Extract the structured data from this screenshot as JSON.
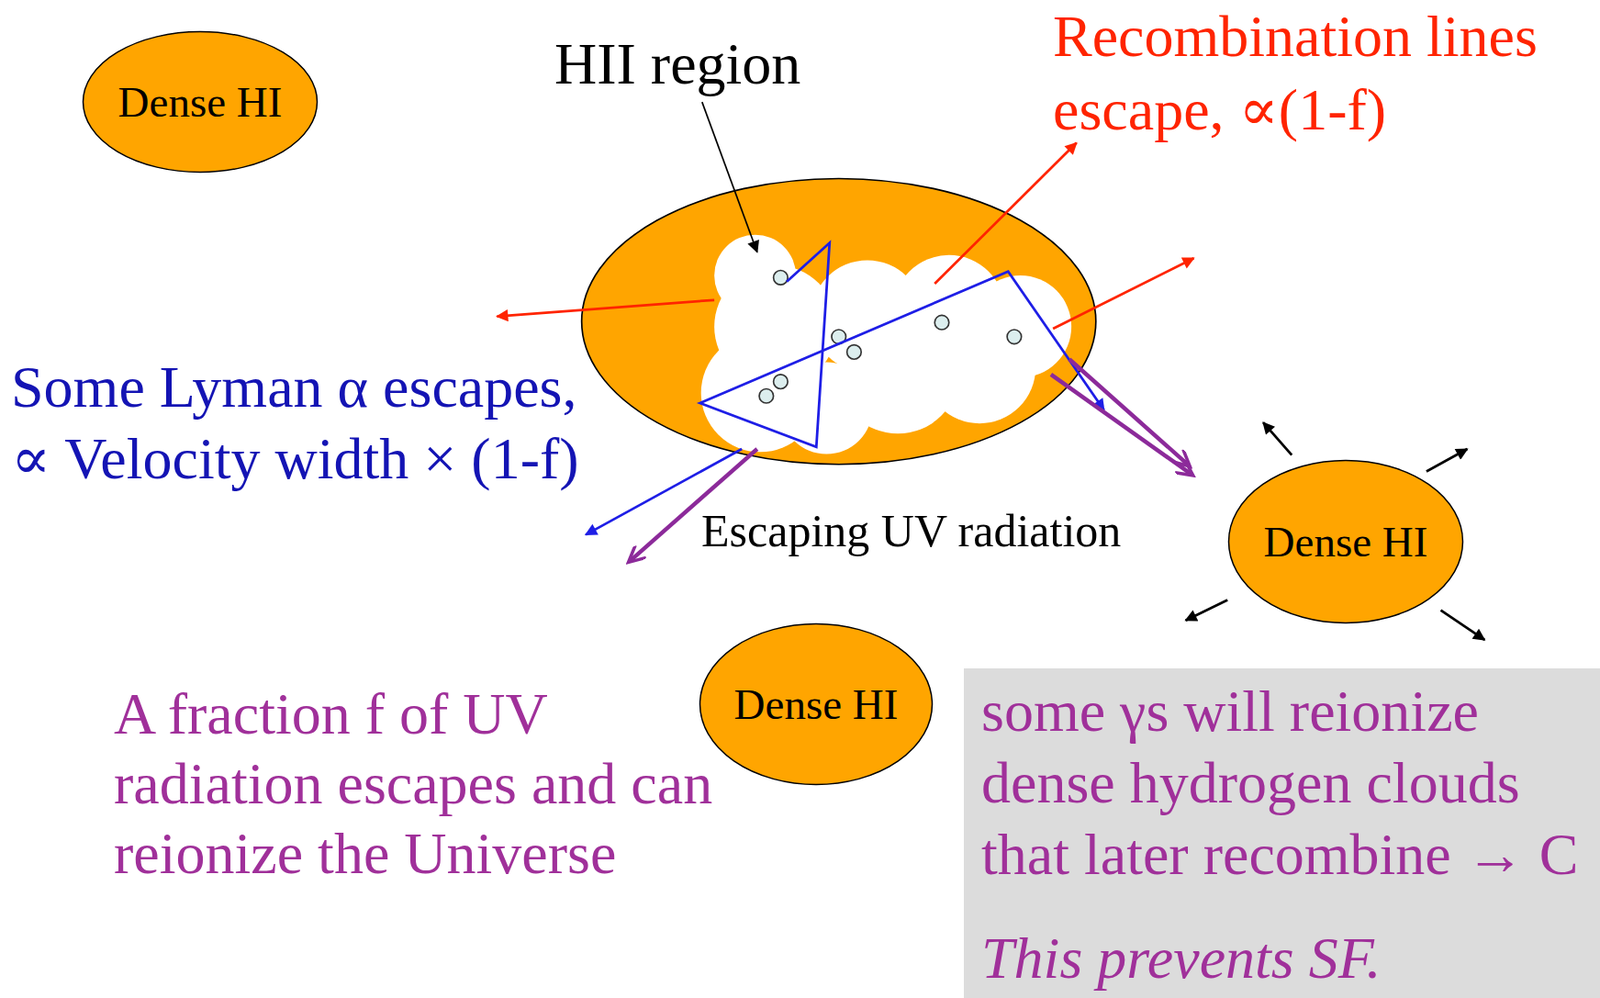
{
  "diagram": {
    "nodes": [
      {
        "text": [
          "Dense HI"
        ]
      },
      {
        "text": [
          "Dense HI"
        ]
      },
      {
        "text": [
          "Dense HI"
        ]
      },
      {
        "text": [
          "some γs will reionize dense hydrogen clouds that later recombine → C",
          "This prevents SF."
        ]
      }
    ],
    "labels": [
      "HII region",
      "Recombination lines escape, ∝(1-f)",
      "Some Lyman α escapes, ∝ Velocity width × (1-f)",
      "Escaping UV radiation",
      "A fraction f of UV radiation escapes and can reionize the Universe"
    ]
  }
}
